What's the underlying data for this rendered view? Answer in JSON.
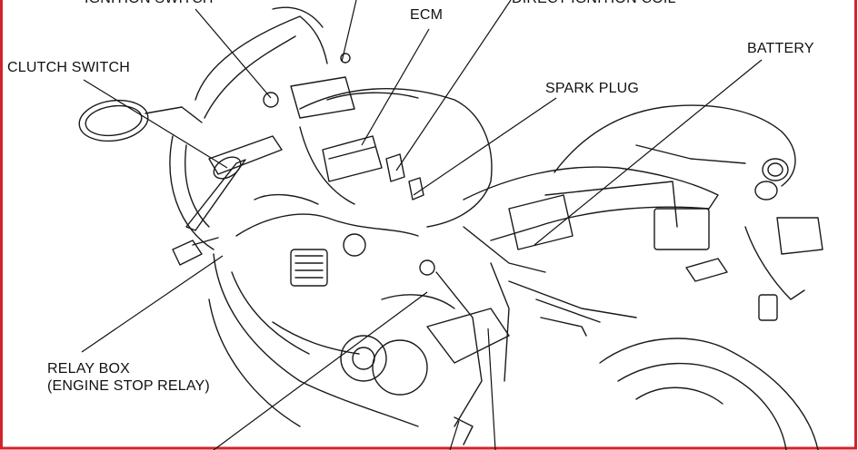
{
  "diagram": {
    "labels": {
      "ignition_switch": "IGNITION SWITCH",
      "direct_ignition_coil": "DIRECT IGNITION COIL",
      "ecm": "ECM",
      "clutch_switch": "CLUTCH SWITCH",
      "spark_plug": "SPARK PLUG",
      "battery": "BATTERY",
      "relay_box_line1": "RELAY BOX",
      "relay_box_line2": "(ENGINE STOP RELAY)"
    },
    "colors": {
      "frame": "#d2232a",
      "ink": "#111111"
    }
  }
}
